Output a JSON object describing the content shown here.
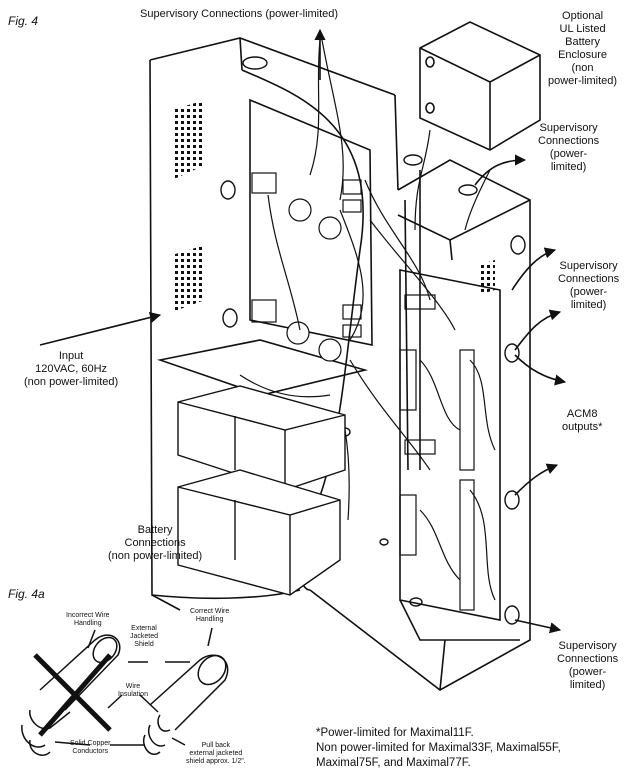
{
  "figures": {
    "main": "Fig. 4",
    "inset": "Fig. 4a"
  },
  "labels": {
    "supervisory_top": "Supervisory Connections (power-limited)",
    "optional_enclosure": [
      "Optional",
      "UL Listed",
      "Battery",
      "Enclosure",
      "(non",
      "power-limited)"
    ],
    "supervisory_right_1": [
      "Supervisory",
      "Connections",
      "(power-",
      "limited)"
    ],
    "supervisory_right_2": [
      "Supervisory",
      "Connections",
      "(power-",
      "limited)"
    ],
    "acm8_outputs": [
      "ACM8",
      "outputs*"
    ],
    "supervisory_bottom_right": [
      "Supervisory",
      "Connections",
      "(power-",
      "limited)"
    ],
    "input": [
      "Input",
      "120VAC, 60Hz",
      "(non power-limited)"
    ],
    "battery_connections": [
      "Battery",
      "Connections",
      "(non power-limited)"
    ]
  },
  "inset_labels": {
    "incorrect": [
      "Incorrect Wire",
      "Handling"
    ],
    "correct": [
      "Correct Wire",
      "Handling"
    ],
    "external_shield": [
      "External",
      "Jacketed",
      "Shield"
    ],
    "wire_insulation": [
      "Wire",
      "Insulation"
    ],
    "solid_copper": [
      "Solid Copper",
      "Conductors"
    ],
    "pull_back": [
      "Pull back",
      "external jacketed",
      "shield approx. 1/2\"."
    ]
  },
  "footnote": [
    "*Power-limited for Maximal11F.",
    "Non power-limited for Maximal33F, Maximal55F,",
    "Maximal75F, and Maximal77F."
  ]
}
